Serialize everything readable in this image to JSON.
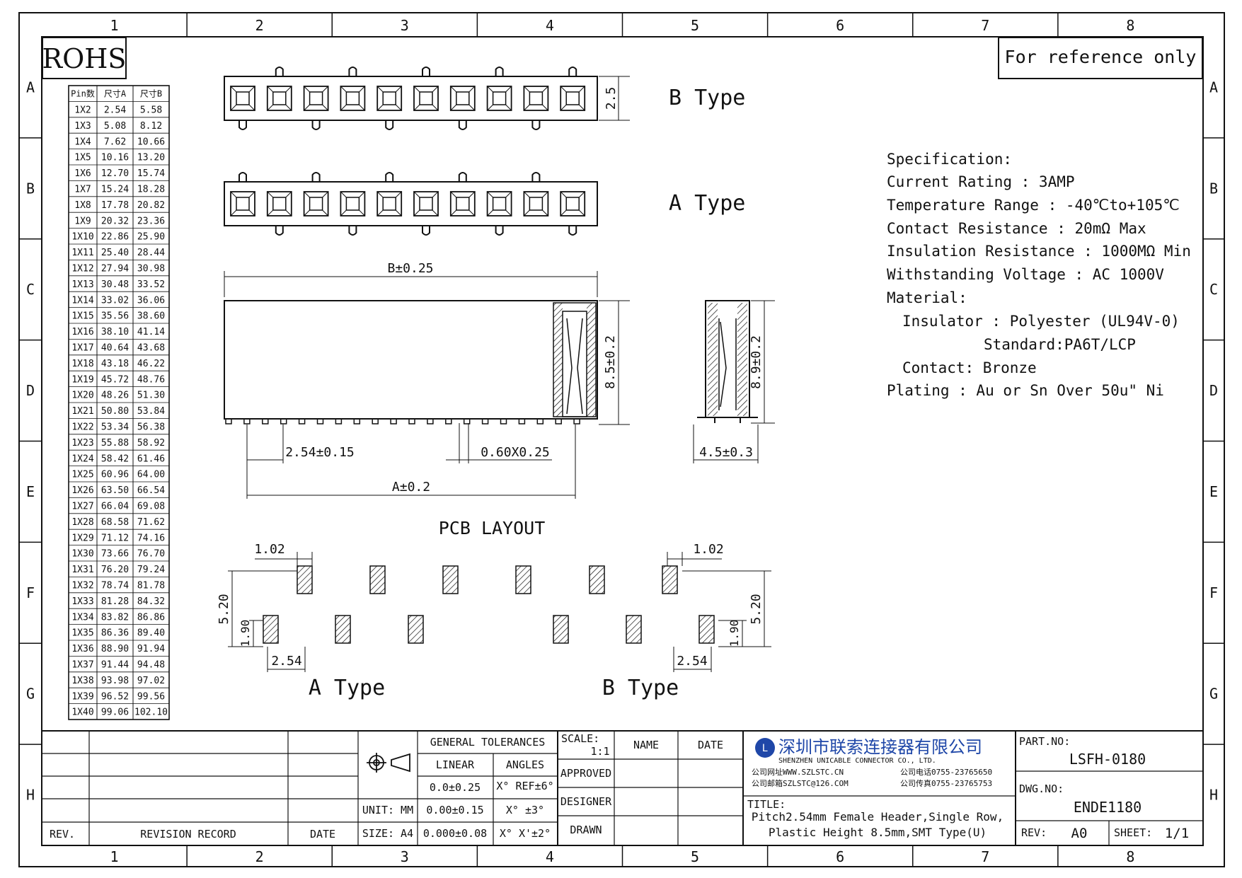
{
  "frame": {
    "columns": [
      "1",
      "2",
      "3",
      "4",
      "5",
      "6",
      "7",
      "8"
    ],
    "rows": [
      "A",
      "B",
      "C",
      "D",
      "E",
      "F",
      "G",
      "H"
    ]
  },
  "rohs": "ROHS",
  "reference": "For reference only",
  "pin_table": {
    "headers": [
      "Pin数",
      "尺寸A",
      "尺寸B"
    ],
    "rows": [
      [
        "1X2",
        "2.54",
        "5.58"
      ],
      [
        "1X3",
        "5.08",
        "8.12"
      ],
      [
        "1X4",
        "7.62",
        "10.66"
      ],
      [
        "1X5",
        "10.16",
        "13.20"
      ],
      [
        "1X6",
        "12.70",
        "15.74"
      ],
      [
        "1X7",
        "15.24",
        "18.28"
      ],
      [
        "1X8",
        "17.78",
        "20.82"
      ],
      [
        "1X9",
        "20.32",
        "23.36"
      ],
      [
        "1X10",
        "22.86",
        "25.90"
      ],
      [
        "1X11",
        "25.40",
        "28.44"
      ],
      [
        "1X12",
        "27.94",
        "30.98"
      ],
      [
        "1X13",
        "30.48",
        "33.52"
      ],
      [
        "1X14",
        "33.02",
        "36.06"
      ],
      [
        "1X15",
        "35.56",
        "38.60"
      ],
      [
        "1X16",
        "38.10",
        "41.14"
      ],
      [
        "1X17",
        "40.64",
        "43.68"
      ],
      [
        "1X18",
        "43.18",
        "46.22"
      ],
      [
        "1X19",
        "45.72",
        "48.76"
      ],
      [
        "1X20",
        "48.26",
        "51.30"
      ],
      [
        "1X21",
        "50.80",
        "53.84"
      ],
      [
        "1X22",
        "53.34",
        "56.38"
      ],
      [
        "1X23",
        "55.88",
        "58.92"
      ],
      [
        "1X24",
        "58.42",
        "61.46"
      ],
      [
        "1X25",
        "60.96",
        "64.00"
      ],
      [
        "1X26",
        "63.50",
        "66.54"
      ],
      [
        "1X27",
        "66.04",
        "69.08"
      ],
      [
        "1X28",
        "68.58",
        "71.62"
      ],
      [
        "1X29",
        "71.12",
        "74.16"
      ],
      [
        "1X30",
        "73.66",
        "76.70"
      ],
      [
        "1X31",
        "76.20",
        "79.24"
      ],
      [
        "1X32",
        "78.74",
        "81.78"
      ],
      [
        "1X33",
        "81.28",
        "84.32"
      ],
      [
        "1X34",
        "83.82",
        "86.86"
      ],
      [
        "1X35",
        "86.36",
        "89.40"
      ],
      [
        "1X36",
        "88.90",
        "91.94"
      ],
      [
        "1X37",
        "91.44",
        "94.48"
      ],
      [
        "1X38",
        "93.98",
        "97.02"
      ],
      [
        "1X39",
        "96.52",
        "99.56"
      ],
      [
        "1X40",
        "99.06",
        "102.10"
      ]
    ]
  },
  "views": {
    "b_type": "B Type",
    "a_type": "A Type",
    "pcb_layout": "PCB LAYOUT",
    "pcb_a_type": "A Type",
    "pcb_b_type": "B Type"
  },
  "dims": {
    "height_25": "2.5",
    "b_width": "B±0.25",
    "height_85": "8.5±0.2",
    "height_89": "8.9±0.2",
    "pitch": "2.54±0.15",
    "pin_size": "0.60X0.25",
    "a_width": "A±0.2",
    "side_width": "4.5±0.3",
    "pad_w_a": "1.02",
    "pad_w_b": "1.02",
    "span_a": "5.20",
    "span_b": "5.20",
    "pad_h_a": "1.90",
    "pad_h_b": "1.90",
    "pitch_a": "2.54",
    "pitch_b": "2.54"
  },
  "spec": {
    "title": "Specification:",
    "lines": [
      "Current Rating : 3AMP",
      "Temperature Range : -40℃to+105℃",
      "Contact Resistance : 20mΩ Max",
      "Insulation Resistance : 1000MΩ Min",
      "Withstanding Voltage : AC 1000V",
      "Material:",
      "Insulator : Polyester (UL94V-0)",
      "Standard:PA6T/LCP",
      "Contact: Bronze",
      "Plating : Au or Sn Over 50u\" Ni"
    ]
  },
  "title_block": {
    "rev_label": "REV.",
    "revision_record": "REVISION RECORD",
    "date_label": "DATE",
    "unit": "UNIT: MM",
    "size": "SIZE: A4",
    "general_tolerances": "GENERAL TOLERANCES",
    "linear": "LINEAR",
    "angles": "ANGLES",
    "tol_linear": [
      "0.0±0.25",
      "0.00±0.15",
      "0.000±0.08"
    ],
    "tol_angles": [
      "X° REF±6°",
      "X° ±3°",
      "X° X'±2°"
    ],
    "scale_label": "SCALE:",
    "scale_value": "1:1",
    "name_label": "NAME",
    "date_label2": "DATE",
    "approved": "APPROVED",
    "designer": "DESIGNER",
    "drawn": "DRAWN",
    "company_cn": "深圳市联索连接器有限公司",
    "company_en": "SHENZHEN UNICABLE CONNECTOR CO., LTD.",
    "website": "公司网址WWW.SZLSTC.CN",
    "email": "公司邮箱SZLSTC@126.COM",
    "phone": "公司电话0755-23765650",
    "fax": "公司传真0755-23765753",
    "title_label": "TITLE:",
    "title_line1": "Pitch2.54mm Female Header,Single Row,",
    "title_line2": "Plastic Height 8.5mm,SMT Type(U)",
    "part_no_label": "PART.NO:",
    "part_no": "LSFH-0180",
    "dwg_no_label": "DWG.NO:",
    "dwg_no": "ENDE1180",
    "rev2_label": "REV:",
    "rev_value": "A0",
    "sheet_label": "SHEET:",
    "sheet_value": "1/1"
  },
  "colors": {
    "ink": "#111111",
    "logo_blue": "#1f47a8"
  }
}
